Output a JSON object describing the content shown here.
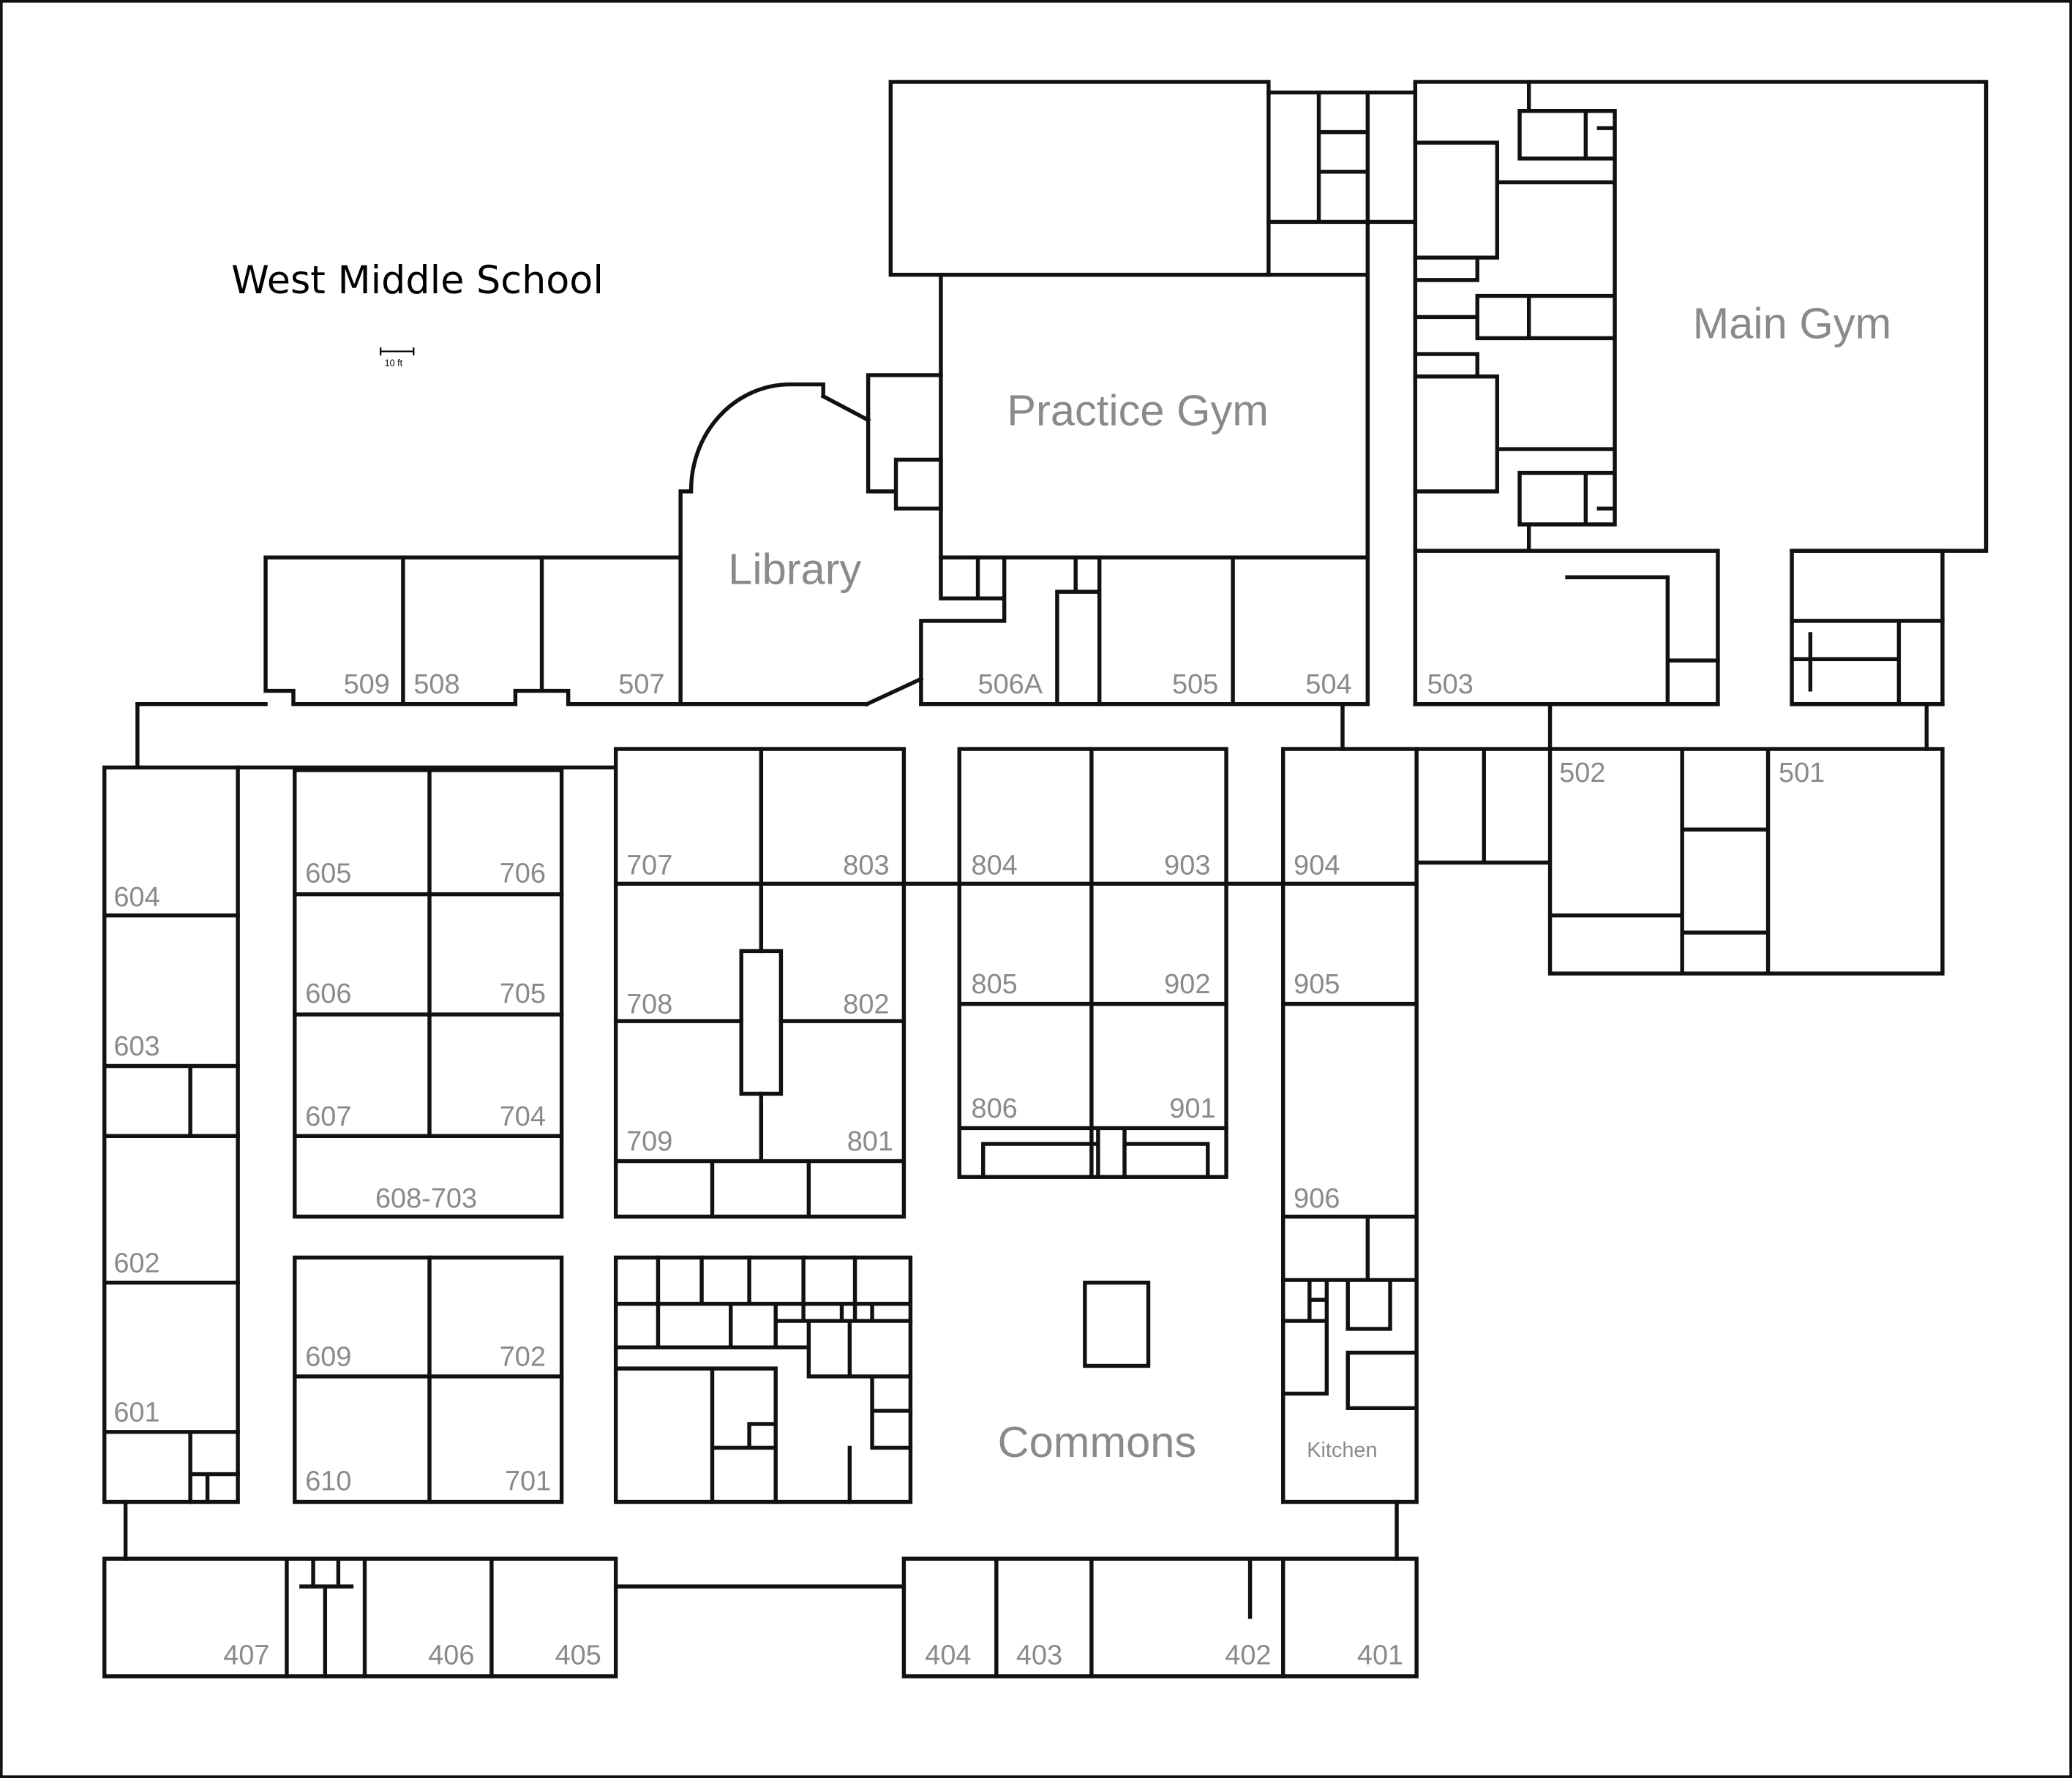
{
  "title": "West Middle School",
  "scale_label": "10 ft",
  "areas": {
    "practice_gym": "Practice Gym",
    "main_gym": "Main Gym",
    "library": "Library",
    "commons": "Commons",
    "kitchen": "Kitchen"
  },
  "rooms": [
    "509",
    "508",
    "507",
    "506A",
    "505",
    "504",
    "503",
    "502",
    "501",
    "604",
    "605",
    "706",
    "707",
    "803",
    "804",
    "903",
    "904",
    "603",
    "606",
    "705",
    "708",
    "802",
    "805",
    "902",
    "905",
    "607",
    "704",
    "709",
    "801",
    "806",
    "901",
    "608-703",
    "906",
    "602",
    "609",
    "702",
    "601",
    "610",
    "701",
    "407",
    "406",
    "405",
    "404",
    "403",
    "402",
    "401"
  ]
}
